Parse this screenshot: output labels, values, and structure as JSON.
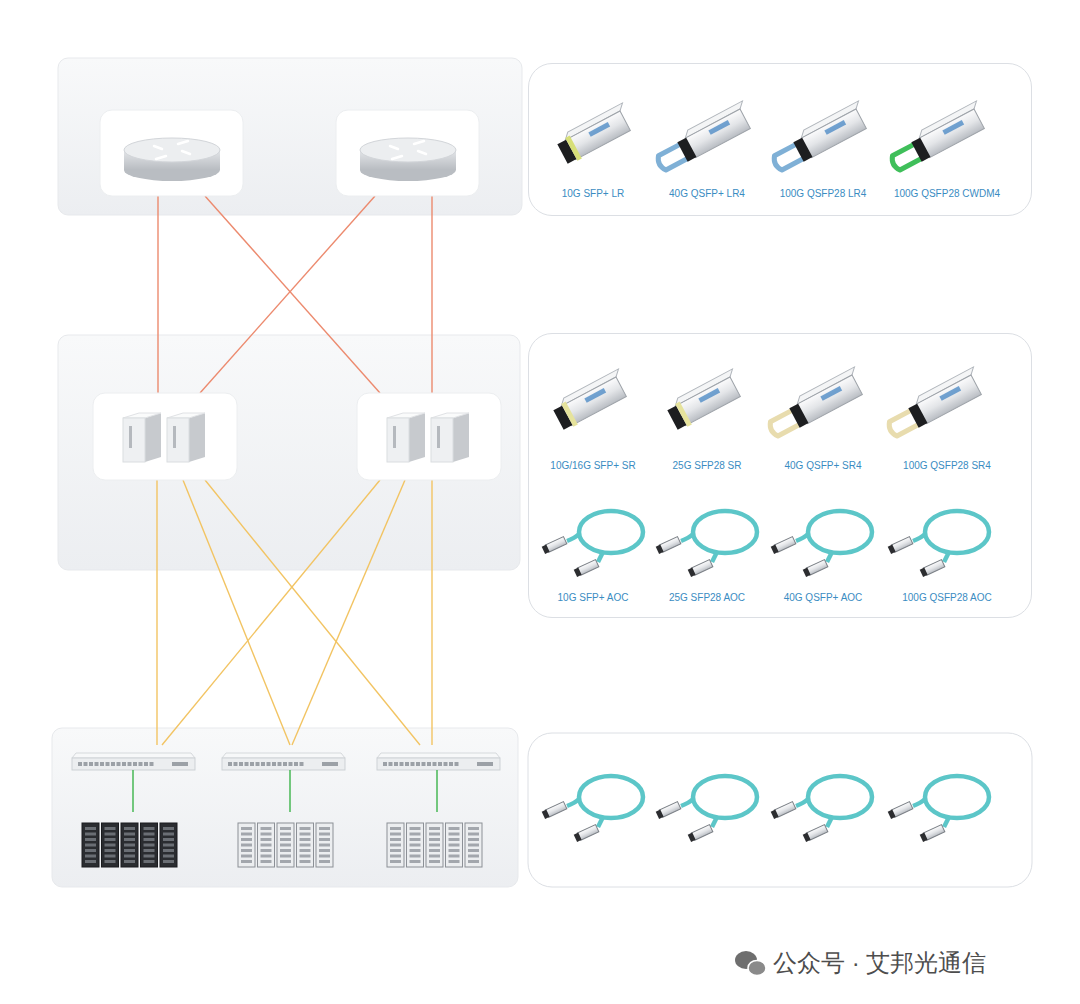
{
  "diagram": {
    "nodes": [
      {
        "text": [
          "10G SFP+ LR",
          "40G QSFP+ LR4",
          "100G QSFP28 LR4",
          "100G QSFP28 CWDM4"
        ]
      },
      {
        "text": [
          "10G/16G SFP+ SR",
          "25G SFP28 SR",
          "40G QSFP+ SR4",
          "100G QSFP28 SR4",
          "10G SFP+ AOC",
          "25G SFP28 AOC",
          "40G QSFP+ AOC",
          "100G QSFP28 AOC"
        ]
      }
    ],
    "labels": [
      "公众号 · 艾邦光通信"
    ]
  }
}
